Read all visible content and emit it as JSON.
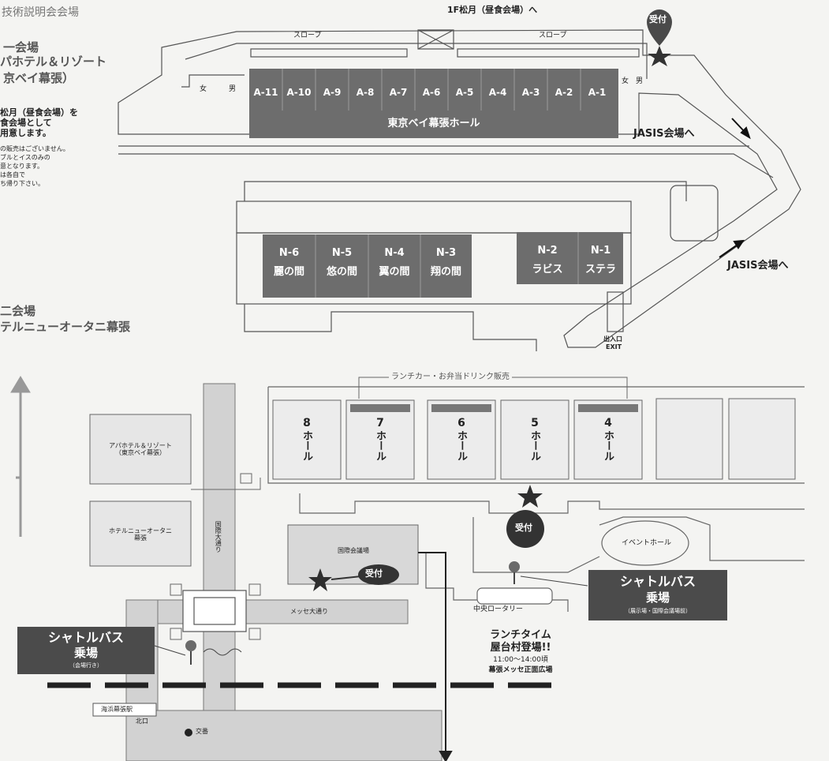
{
  "colors": {
    "hall_dark": "#6d6d6d",
    "dark_panel": "#4b4b4b",
    "line": "#555555",
    "road": "#d2d2d2",
    "building": "#e6e6e6"
  },
  "upper_left": {
    "title1": "技術説明会会場",
    "venue1_line1": "一会場",
    "venue1_line2": "パホテル＆リゾート",
    "venue1_line3": "京ベイ幕張）",
    "lunch_note1": "松月（昼食会場）を",
    "lunch_note2": "食会場として",
    "lunch_note3": "用意します。",
    "small_note1": "の販売はございません。",
    "small_note2": "ブルとイスのみの",
    "small_note3": "意となります。",
    "small_note4": "は各自で",
    "small_note5": "ち帰り下さい。",
    "venue2_line1": "二会場",
    "venue2_line2": "テルニューオータニ幕張"
  },
  "hotel_top": {
    "lunch_venue": "1F松月（昼食会場）へ",
    "slope_left": "スロープ",
    "slope_right": "スロープ",
    "reception": "受付",
    "female": "女",
    "male": "男",
    "rooms": [
      "A-11",
      "A-10",
      "A-9",
      "A-8",
      "A-7",
      "A-6",
      "A-5",
      "A-4",
      "A-3",
      "A-2",
      "A-1"
    ],
    "hall_name": "東京ベイ幕張ホール",
    "jasis_1": "JASIS会場へ",
    "jasis_2": "JASIS会場へ",
    "exit_jp": "出入口",
    "exit_en": "EXIT",
    "n_rooms": [
      {
        "code": "N-6",
        "name": "麗の間"
      },
      {
        "code": "N-5",
        "name": "悠の間"
      },
      {
        "code": "N-4",
        "name": "翼の間"
      },
      {
        "code": "N-3",
        "name": "翔の間"
      },
      {
        "code": "N-2",
        "name": "ラビス"
      },
      {
        "code": "N-1",
        "name": "ステラ"
      }
    ]
  },
  "area_map": {
    "lunch_car": "ランチカー・お弁当ドリンク販売",
    "halls": [
      {
        "num": "8",
        "word": "ホール"
      },
      {
        "num": "7",
        "word": "ホール"
      },
      {
        "num": "6",
        "word": "ホール"
      },
      {
        "num": "5",
        "word": "ホール"
      },
      {
        "num": "4",
        "word": "ホール"
      }
    ],
    "apa": "アパホテル＆リゾート\n（東京ベイ幕張）",
    "otani": "ホテルニューオータニ\n幕張",
    "road_v": "国際大通り",
    "road_h": "メッセ大通り",
    "conf": "国際会議場",
    "reception_conf": "受付",
    "reception_hall": "受付",
    "event_hall": "イベントホール",
    "rotary": "中央ロータリー",
    "shuttle_right_l1": "シャトルバス",
    "shuttle_right_l2": "乗場",
    "shuttle_right_sub": "（展示場・国際会議場前）",
    "shuttle_left_l1": "シャトルバス",
    "shuttle_left_l2": "乗場",
    "shuttle_left_sub": "（会場行き）",
    "lunchtime_1": "ランチタイム",
    "lunchtime_2": "屋台村登場!!",
    "lunchtime_3": "11:00〜14:00頃",
    "lunchtime_4": "幕張メッセ正面広場",
    "station": "海浜幕張駅",
    "north_exit": "北口",
    "police": "交番"
  }
}
